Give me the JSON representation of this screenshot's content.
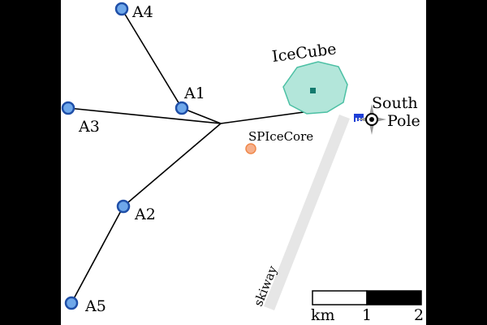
{
  "map": {
    "stations": [
      {
        "id": "A1",
        "label": "A1"
      },
      {
        "id": "A2",
        "label": "A2"
      },
      {
        "id": "A3",
        "label": "A3"
      },
      {
        "id": "A4",
        "label": "A4"
      },
      {
        "id": "A5",
        "label": "A5"
      }
    ],
    "features": {
      "icecube": "IceCube",
      "spicecore": "SPIceCore",
      "skiway": "skiway",
      "south_pole_line1": "South",
      "south_pole_line2": "Pole"
    },
    "scale_bar": {
      "unit": "km",
      "tick_1": "1",
      "tick_2": "2"
    },
    "colors": {
      "station_fill": "#6fa8ea",
      "station_stroke": "#1f4fa8",
      "icecube_fill": "#b3e6da",
      "icecube_stroke": "#4cc0a4",
      "icecube_marker": "#147a6e",
      "spicecore": "#f0884a",
      "skiway": "#e6e6e6",
      "marker_blue": "#1f3fd6"
    },
    "icons": {
      "compass": "compass-rose-icon",
      "flag": "flag-icon"
    }
  }
}
